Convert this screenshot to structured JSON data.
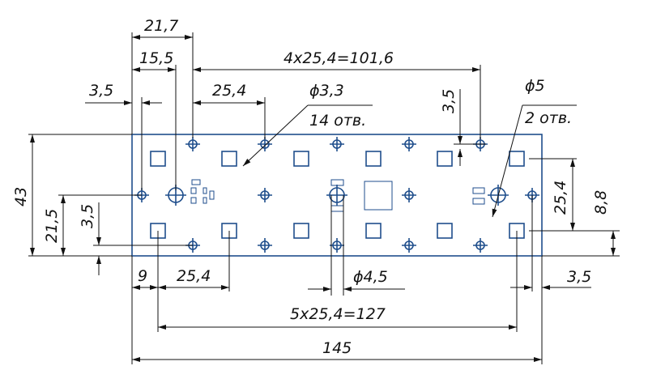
{
  "dimensions": {
    "d21_7": "21,7",
    "d15_5": "15,5",
    "d4x25": "4x25,4=101,6",
    "d3_5a": "3,5",
    "d25_4a": "25,4",
    "hole_small": "ϕ3,3",
    "hole_small_count": "14 отв.",
    "d3_5b": "3,5",
    "hole_big": "ϕ5",
    "hole_big_count": "2 отв.",
    "d43": "43",
    "d21_5": "21,5",
    "d3_5c": "3,5",
    "d25_4b": "25,4",
    "d8_8": "8,8",
    "d9": "9",
    "d25_4c": "25,4",
    "hole_center": "ϕ4,5",
    "d3_5d": "3,5",
    "d5x25": "5x25,4=127",
    "d145": "145"
  },
  "colors": {
    "board": "#1f4e8c",
    "lines": "#111111"
  }
}
